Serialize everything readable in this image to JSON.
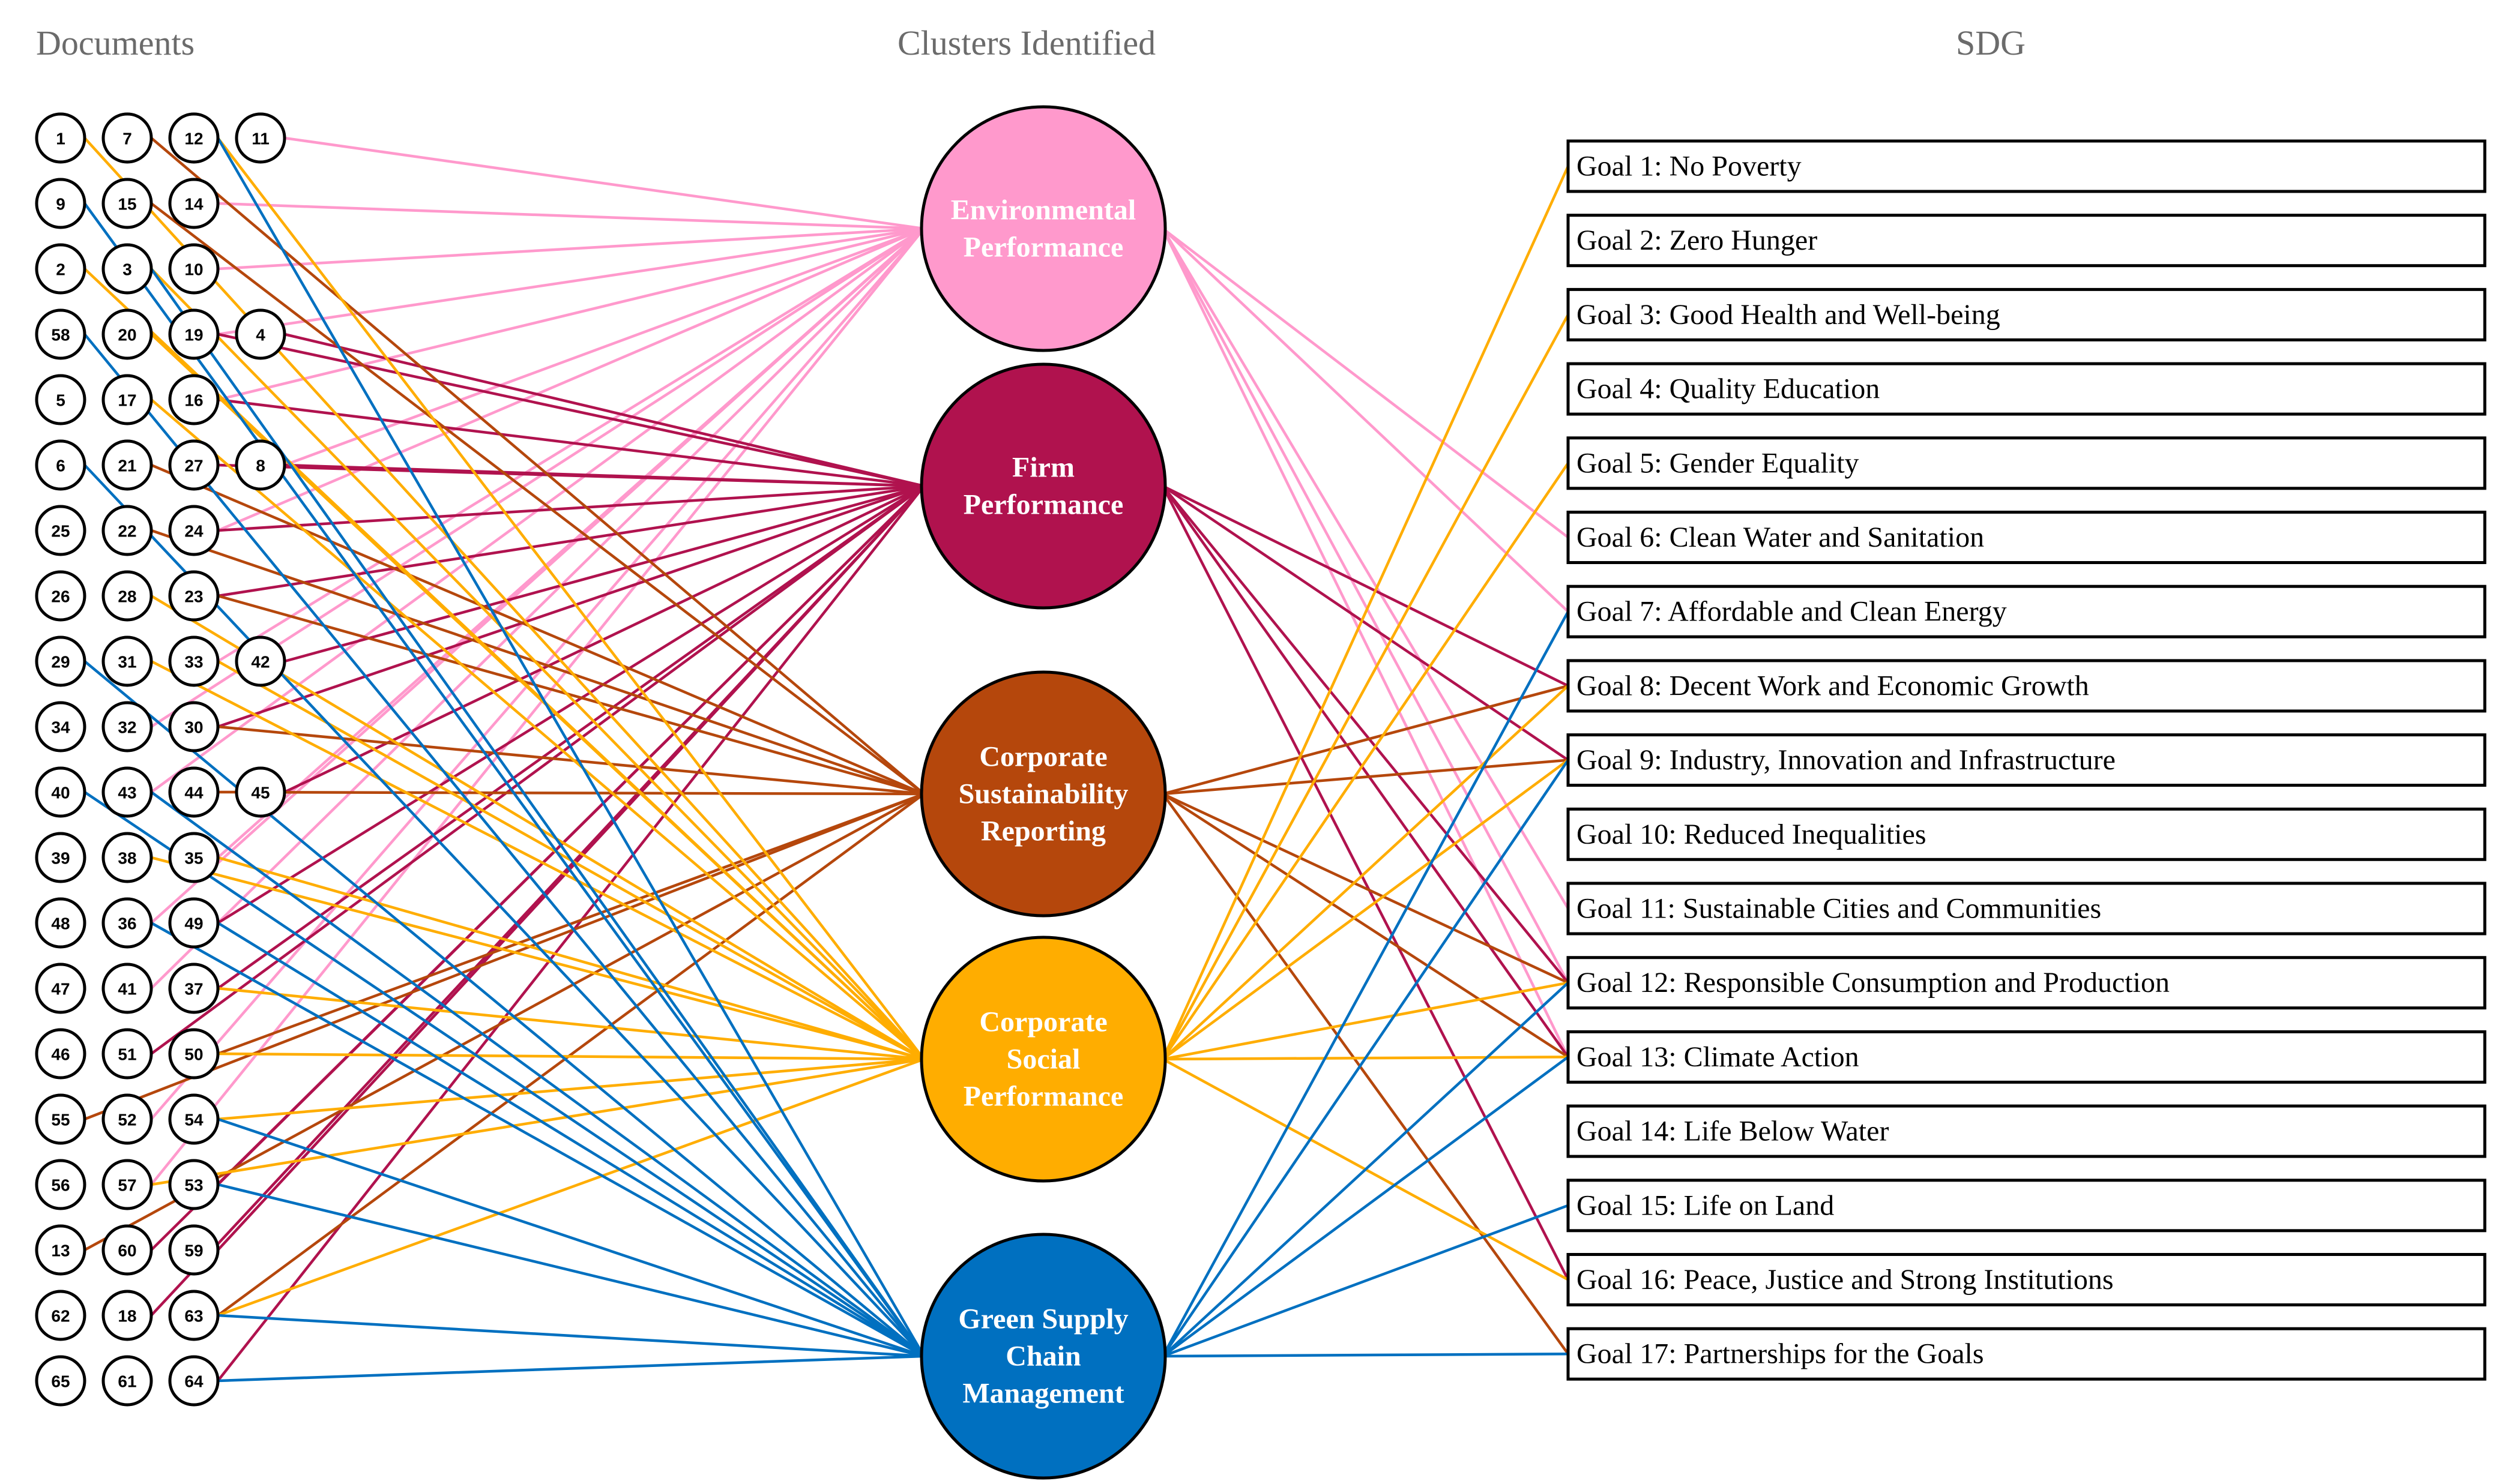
{
  "headers": {
    "documents": "Documents",
    "clusters": "Clusters Identified",
    "sdg": "SDG"
  },
  "document_rows": [
    [
      "1",
      "7",
      "12",
      "11"
    ],
    [
      "9",
      "15",
      "14"
    ],
    [
      "2",
      "3",
      "10"
    ],
    [
      "58",
      "20",
      "19",
      "4"
    ],
    [
      "5",
      "17",
      "16"
    ],
    [
      "6",
      "21",
      "27",
      "8"
    ],
    [
      "25",
      "22",
      "24"
    ],
    [
      "26",
      "28",
      "23"
    ],
    [
      "29",
      "31",
      "33",
      "42"
    ],
    [
      "34",
      "32",
      "30"
    ],
    [
      "40",
      "43",
      "44",
      "45"
    ],
    [
      "39",
      "38",
      "35"
    ],
    [
      "48",
      "36",
      "49"
    ],
    [
      "47",
      "41",
      "37"
    ],
    [
      "46",
      "51",
      "50"
    ],
    [
      "55",
      "52",
      "54"
    ],
    [
      "56",
      "57",
      "53"
    ],
    [
      "13",
      "60",
      "59"
    ],
    [
      "62",
      "18",
      "63"
    ],
    [
      "65",
      "61",
      "64"
    ]
  ],
  "clusters": [
    {
      "id": "env",
      "lines": [
        "Environmental",
        "Performance"
      ],
      "color": "#ff99cc"
    },
    {
      "id": "firm",
      "lines": [
        "Firm",
        "Performance"
      ],
      "color": "#b0124e"
    },
    {
      "id": "csr",
      "lines": [
        "Corporate",
        "Sustainability",
        "Reporting"
      ],
      "color": "#b5470c"
    },
    {
      "id": "csp",
      "lines": [
        "Corporate",
        "Social",
        "Performance"
      ],
      "color": "#ffad00"
    },
    {
      "id": "gscm",
      "lines": [
        "Green Supply",
        "Chain",
        "Management"
      ],
      "color": "#0070c0"
    }
  ],
  "goals": [
    "Goal 1: No Poverty",
    "Goal 2: Zero Hunger",
    "Goal 3: Good Health and Well-being",
    "Goal 4: Quality Education",
    "Goal 5: Gender Equality",
    "Goal 6: Clean Water and Sanitation",
    "Goal 7: Affordable and Clean Energy",
    "Goal 8: Decent Work and Economic Growth",
    "Goal 9: Industry, Innovation and Infrastructure",
    "Goal 10: Reduced Inequalities",
    "Goal 11: Sustainable Cities and Communities",
    "Goal 12: Responsible Consumption and Production",
    "Goal 13: Climate Action",
    "Goal 14: Life Below Water",
    "Goal 15: Life on Land",
    "Goal 16: Peace, Justice and Strong Institutions",
    "Goal 17: Partnerships for the Goals"
  ],
  "doc_links": {
    "env": [
      "11",
      "14",
      "10",
      "19",
      "16",
      "8",
      "24",
      "33",
      "32",
      "43",
      "35",
      "36",
      "41",
      "52",
      "57"
    ],
    "firm": [
      "4",
      "19",
      "16",
      "27",
      "8",
      "24",
      "23",
      "42",
      "30",
      "45",
      "49",
      "37",
      "51",
      "53",
      "60",
      "59",
      "18",
      "64"
    ],
    "csr": [
      "7",
      "15",
      "21",
      "22",
      "23",
      "30",
      "44",
      "50",
      "55",
      "13",
      "63"
    ],
    "csp": [
      "1",
      "12",
      "2",
      "3",
      "20",
      "17",
      "28",
      "31",
      "33",
      "38",
      "35",
      "37",
      "54",
      "50",
      "57",
      "63"
    ],
    "gscm": [
      "12",
      "9",
      "3",
      "58",
      "6",
      "29",
      "40",
      "43",
      "36",
      "49",
      "54",
      "53",
      "63",
      "64"
    ]
  },
  "sdg_links": {
    "env": [
      "Goal 6: Clean Water and Sanitation",
      "Goal 7: Affordable and Clean Energy",
      "Goal 11: Sustainable Cities and Communities",
      "Goal 12: Responsible Consumption and Production",
      "Goal 13: Climate Action"
    ],
    "firm": [
      "Goal 8: Decent Work and Economic Growth",
      "Goal 9: Industry, Innovation and Infrastructure",
      "Goal 12: Responsible Consumption and Production",
      "Goal 13: Climate Action",
      "Goal 16: Peace, Justice and Strong Institutions"
    ],
    "csr": [
      "Goal 8: Decent Work and Economic Growth",
      "Goal 9: Industry, Innovation and Infrastructure",
      "Goal 12: Responsible Consumption and Production",
      "Goal 13: Climate Action",
      "Goal 17: Partnerships for the Goals"
    ],
    "csp": [
      "Goal 1: No Poverty",
      "Goal 3: Good Health and Well-being",
      "Goal 5: Gender Equality",
      "Goal 8: Decent Work and Economic Growth",
      "Goal 9: Industry, Innovation and Infrastructure",
      "Goal 12: Responsible Consumption and Production",
      "Goal 13: Climate Action",
      "Goal 16: Peace, Justice and Strong Institutions"
    ],
    "gscm": [
      "Goal 7: Affordable and Clean Energy",
      "Goal 9: Industry, Innovation and Infrastructure",
      "Goal 12: Responsible Consumption and Production",
      "Goal 13: Climate Action",
      "Goal 15: Life on Land",
      "Goal 17: Partnerships for the Goals"
    ]
  }
}
